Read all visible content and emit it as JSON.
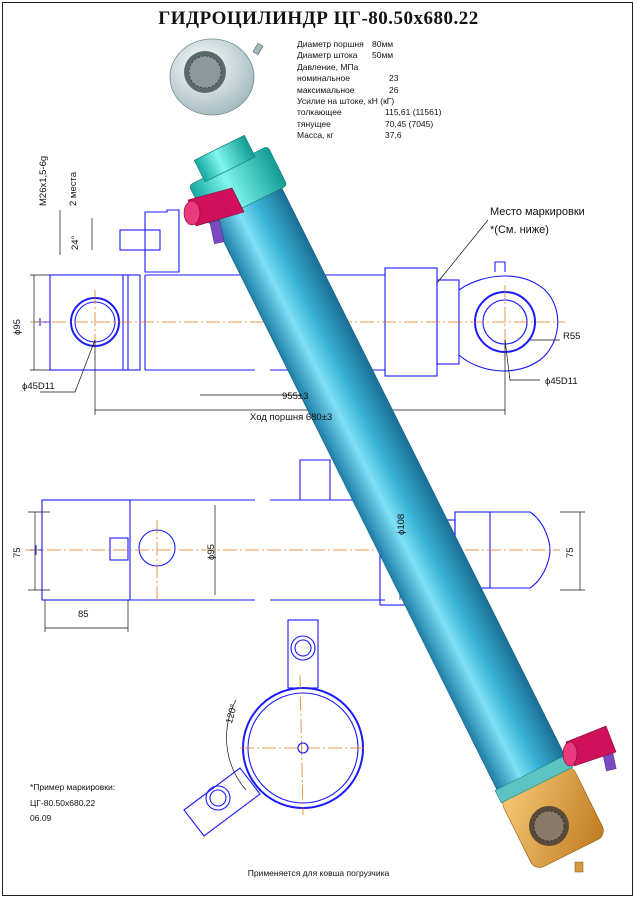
{
  "title": "ГИДРОЦИЛИНДР ЦГ-80.50х680.22",
  "specs": [
    {
      "label": "Диаметр поршня",
      "value": "80мм"
    },
    {
      "label": "Диаметр штока",
      "value": "50мм"
    },
    {
      "label": "Давление, МПа",
      "value": ""
    },
    {
      "label": "номинальное",
      "value": "23"
    },
    {
      "label": "максимальное",
      "value": "26"
    },
    {
      "label": "Усилие на штоке, кН (кГ)",
      "value": ""
    },
    {
      "label": "толкающее",
      "value": "115,61 (11561)"
    },
    {
      "label": "тянущее",
      "value": "70,45 (7045)"
    },
    {
      "label": "Масса, кг",
      "value": "37,6"
    }
  ],
  "callouts": {
    "marking_place": "Место маркировки",
    "see_below": "*(См. ниже)",
    "radius": "R55"
  },
  "dimensions": {
    "thread": "М26х1,5-6g",
    "thread_count": "2 места",
    "angle_24": "24°",
    "dia95_top": "ϕ95",
    "bore_left": "ϕ45D11",
    "bore_right": "ϕ45D11",
    "length_955": "955±3",
    "stroke": "Ход поршня 680±3",
    "h75_left": "75",
    "dia95_mid": "ϕ95",
    "dia108": "ϕ108",
    "h75_right": "75",
    "w85": "85",
    "angle_120": "120°"
  },
  "marking_example": {
    "heading": "*Пример маркировки:",
    "code": "ЦГ-80.50х680.22",
    "date": "06.09"
  },
  "footer": "Применяется для ковша погрузчика",
  "colors": {
    "drawing": "#1a1aff",
    "axis": "#e07a1a",
    "cylinder_body": "#3bb5d8",
    "collar": "#2fd0c8",
    "rod_eye": "#c8dce0",
    "end_cap": "#e8a84a",
    "port": "#d0105a",
    "port_tube": "#6a3ab0"
  }
}
